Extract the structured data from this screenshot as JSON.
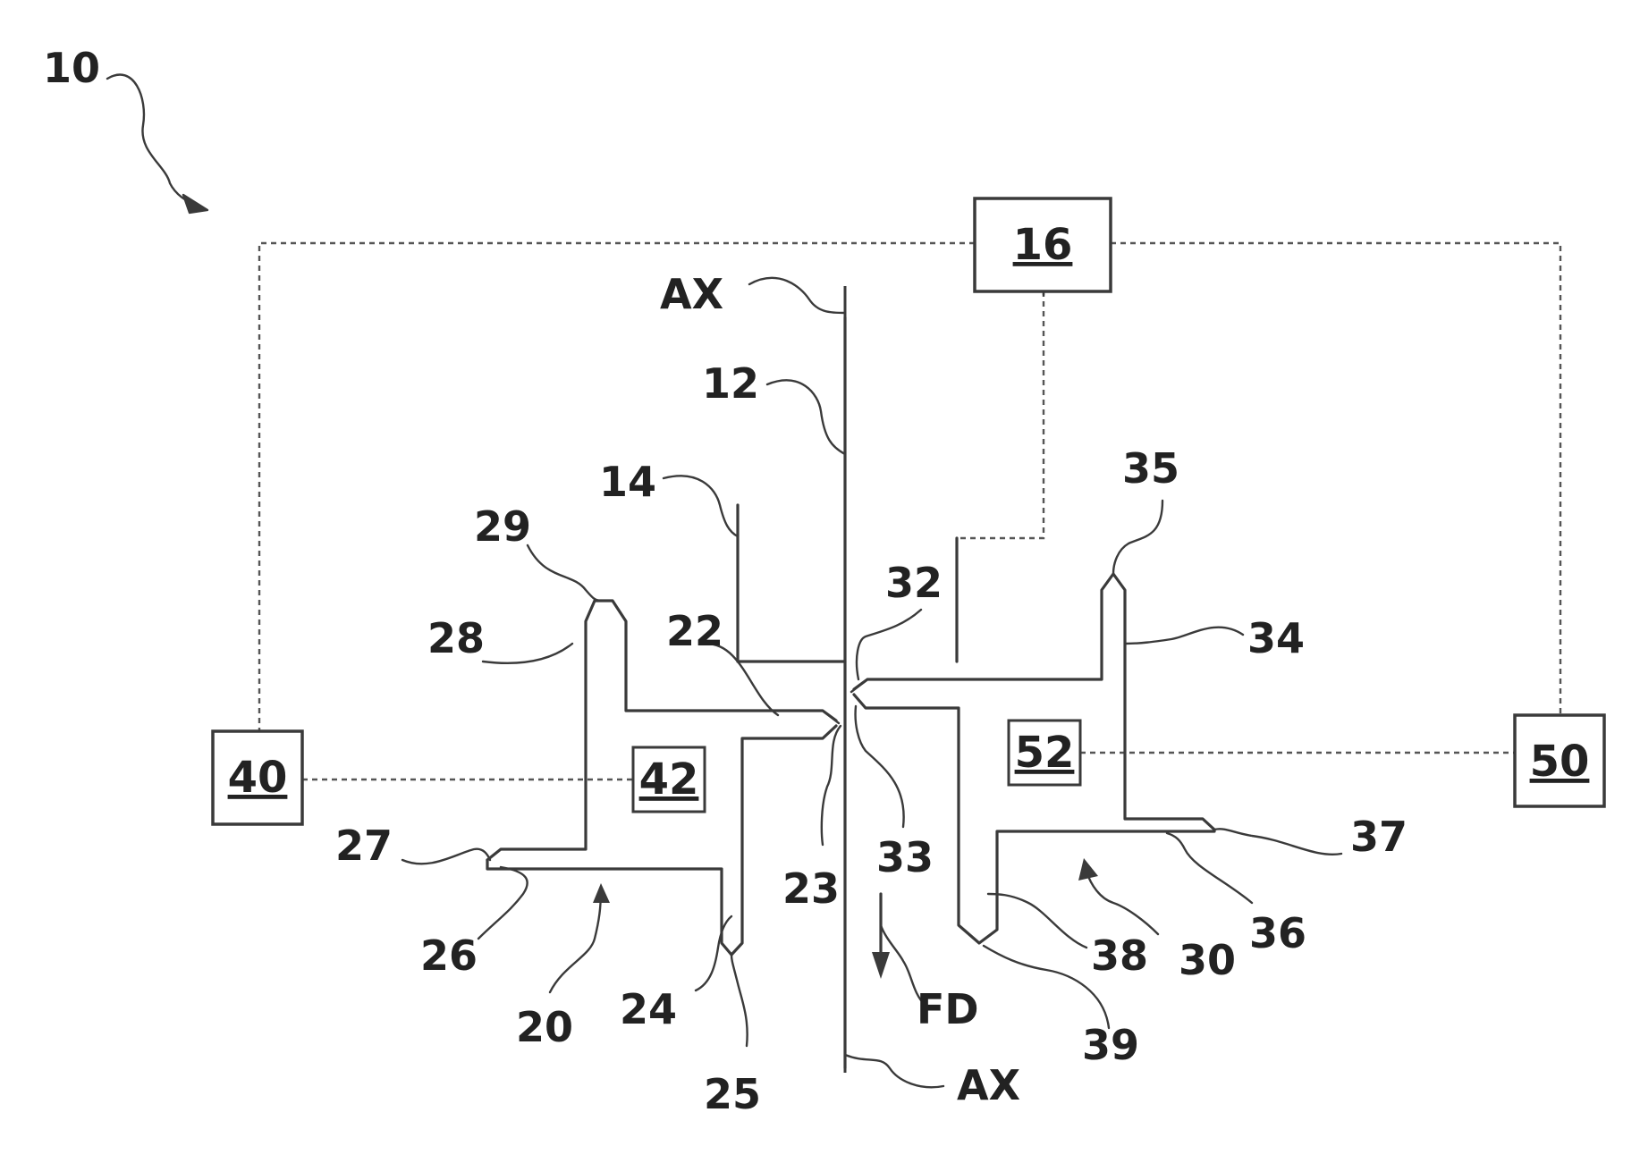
{
  "figure": {
    "labels": {
      "l10": "10",
      "l12": "12",
      "l14": "14",
      "l20": "20",
      "l22": "22",
      "l23": "23",
      "l24": "24",
      "l25": "25",
      "l26": "26",
      "l27": "27",
      "l28": "28",
      "l29": "29",
      "l30": "30",
      "l32": "32",
      "l33": "33",
      "l34": "34",
      "l35": "35",
      "l36": "36",
      "l37": "37",
      "l38": "38",
      "l39": "39",
      "ax_top": "AX",
      "ax_bottom": "AX",
      "fd": "FD"
    },
    "boxes": {
      "b16": "16",
      "b40": "40",
      "b42": "42",
      "b50": "50",
      "b52": "52"
    }
  },
  "colors": {
    "line": "#3a3a3a",
    "text": "#222222",
    "background": "#ffffff"
  }
}
